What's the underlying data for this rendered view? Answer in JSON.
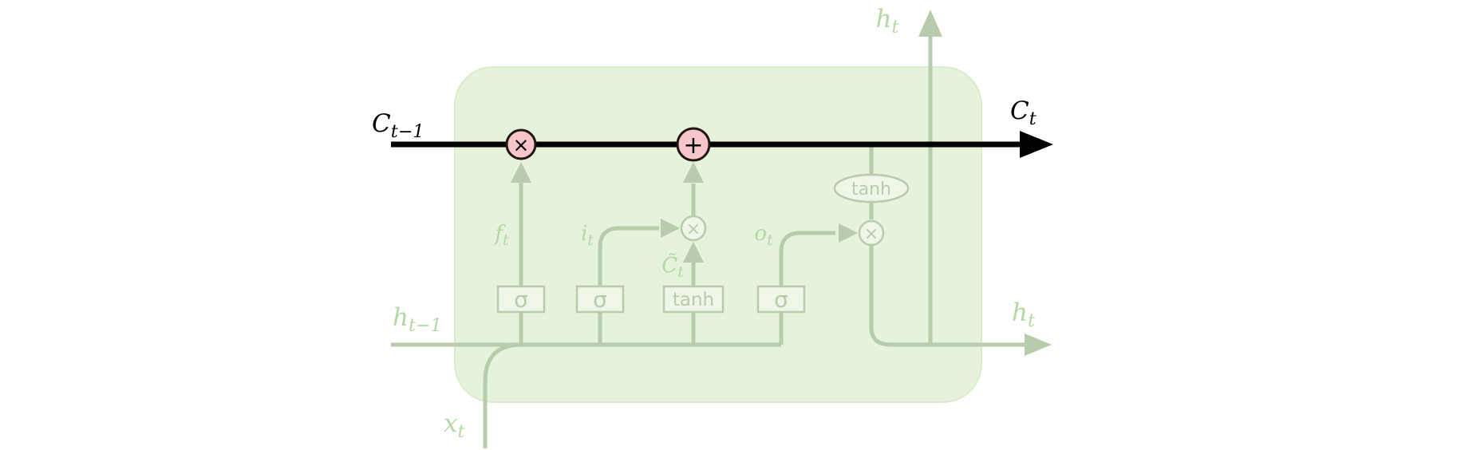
{
  "diagram": {
    "colors": {
      "background": "#ffffff",
      "cell_fill": "#e5f2dc",
      "cell_stroke": "#d9ecca",
      "faded": "#b8cbad",
      "faded_label": "#b4d8a4",
      "box_fill": "#eef7e7",
      "state_line": "#000000",
      "op_fill": "#f7c6cb",
      "op_stroke": "#231512",
      "op_symbol": "#000000"
    },
    "labels": {
      "c_prev": {
        "base": "C",
        "sub": "t−1"
      },
      "c_next": {
        "base": "C",
        "sub": "t"
      },
      "h_top": {
        "base": "h",
        "sub": "t"
      },
      "h_right": {
        "base": "h",
        "sub": "t"
      },
      "h_prev": {
        "base": "h",
        "sub": "t−1"
      },
      "x_in": {
        "base": "x",
        "sub": "t"
      },
      "f_gate": {
        "base": "f",
        "sub": "t"
      },
      "i_gate": {
        "base": "i",
        "sub": "t"
      },
      "o_gate": {
        "base": "o",
        "sub": "t"
      },
      "c_tilde": {
        "base": "C̃",
        "sub": "t"
      }
    },
    "gates": {
      "sigma1": "σ",
      "sigma2": "σ",
      "sigma3": "σ",
      "tanh_box": "tanh",
      "tanh_oval": "tanh"
    },
    "ops": {
      "multiply_state": "×",
      "add_state": "+",
      "multiply_candidate": "×",
      "multiply_output": "×"
    }
  }
}
